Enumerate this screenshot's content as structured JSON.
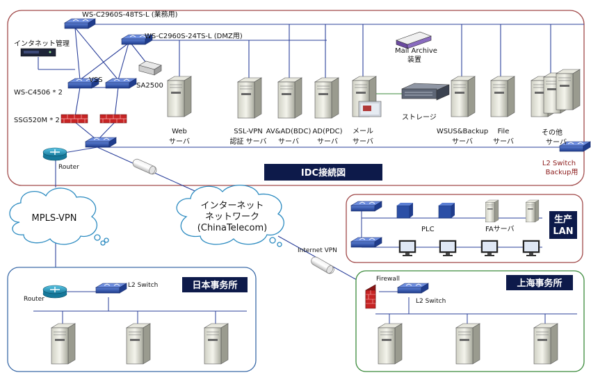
{
  "idc": {
    "sw48_label": "WS-C2960S-48TS-L (業務用)",
    "sw24_label": "WS-C2960S-24TS-L (DMZ用)",
    "mgmt_label": "インタネット管理",
    "vss_label": "VSS",
    "core_label": "WS-C4506 * 2",
    "sa_label": "SA2500",
    "fw_label": "SSG520M * 2",
    "router_label": "Router",
    "mail_archive": [
      "Mail Archive",
      "装置"
    ],
    "storage_label": "ストレージ",
    "servers": [
      {
        "l1": "Web",
        "l2": "サーバ"
      },
      {
        "l1": "SSL-VPN",
        "l2": "認証 サーバ"
      },
      {
        "l1": "AV&AD(BDC)",
        "l2": "サーバ"
      },
      {
        "l1": "AD(PDC)",
        "l2": "サーバ"
      },
      {
        "l1": "メール",
        "l2": "サーバ"
      },
      {
        "l1": "WSUS&Backup",
        "l2": "サーバ"
      },
      {
        "l1": "File",
        "l2": "サーバ"
      },
      {
        "l1": "その他",
        "l2": "サーバ"
      }
    ],
    "l2_backup": [
      "L2 Switch",
      "Backup用"
    ],
    "title_badge": "IDC接続図"
  },
  "clouds": {
    "mpls": "MPLS-VPN",
    "internet": [
      "インターネット",
      "ネットワーク",
      "(ChinaTelecom)"
    ],
    "internet_vpn": "Internet VPN"
  },
  "production": {
    "plc_label": "PLC",
    "fa_label": "FAサーバ",
    "badge": [
      "生产",
      "LAN"
    ]
  },
  "japan": {
    "router_label": "Router",
    "switch_label": "L2 Switch",
    "badge": "日本事务所"
  },
  "shanghai": {
    "firewall_label": "Firewall",
    "switch_label": "L2 Switch",
    "badge": "上海事务所"
  },
  "colors": {
    "idc_border": "#a04848",
    "office_border": "#3a6aa8",
    "shanghai_border": "#3a8a3a",
    "badge_bg": "#0d1a4a",
    "switch_blue": "#2b4fa6",
    "router_teal": "#1e8fb0",
    "firewall_red": "#c02020",
    "line_blue": "#2a3f9a"
  }
}
